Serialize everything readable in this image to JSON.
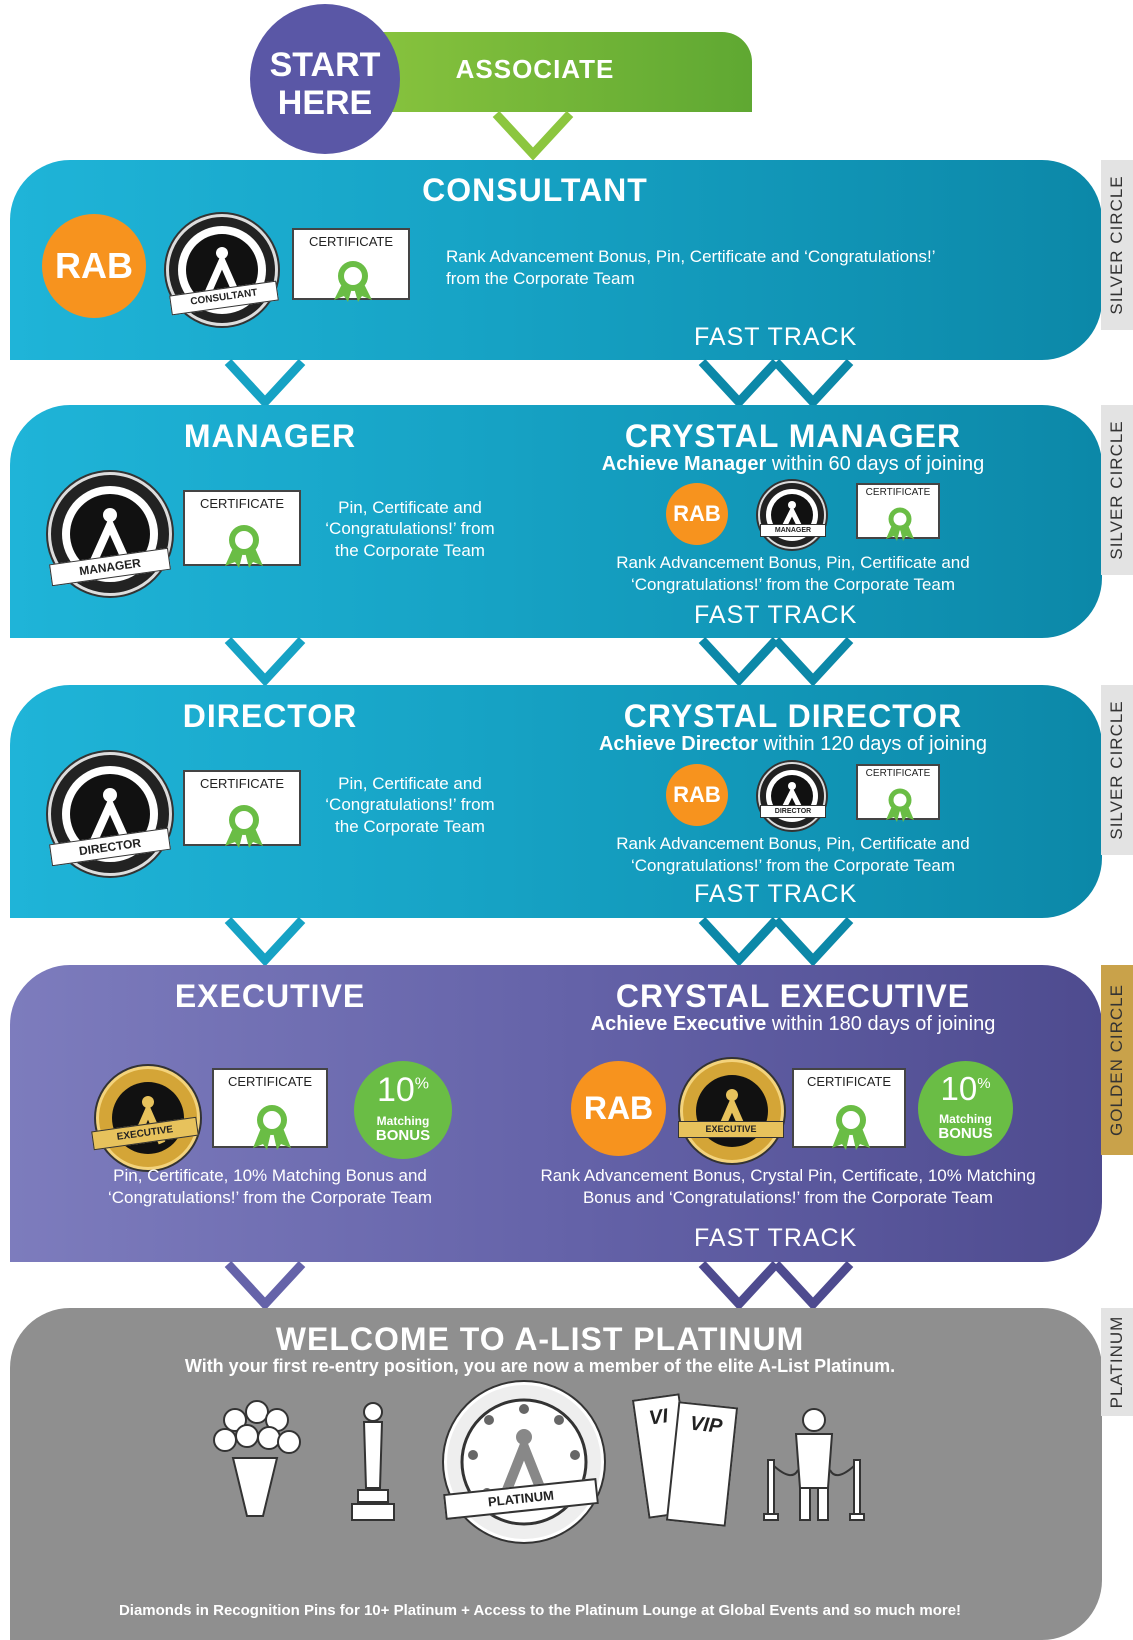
{
  "start": {
    "line1": "START",
    "line2": "HERE",
    "associate": "ASSOCIATE"
  },
  "consultant": {
    "title": "CONSULTANT",
    "rab": "RAB",
    "pin_text": "CONSULTANT",
    "cert": "CERTIFICATE",
    "desc1": "Rank Advancement Bonus, Pin, Certificate and ‘Congratulations!’",
    "desc2": "from the Corporate Team",
    "fast_track": "FAST TRACK",
    "side": "SILVER CIRCLE"
  },
  "manager": {
    "title": "MANAGER",
    "pin_text": "MANAGER",
    "cert": "CERTIFICATE",
    "desc1": "Pin, Certificate and",
    "desc2": "‘Congratulations!’ from",
    "desc3": "the Corporate Team",
    "crystal_title": "CRYSTAL MANAGER",
    "crystal_bold": "Achieve Manager",
    "crystal_rest": " within 60 days of joining",
    "rab": "RAB",
    "crystal_pin": "MANAGER",
    "crystal_cert": "CERTIFICATE",
    "crystal_desc1": "Rank Advancement Bonus, Pin, Certificate and",
    "crystal_desc2": "‘Congratulations!’ from the Corporate Team",
    "fast_track": "FAST TRACK",
    "side": "SILVER CIRCLE"
  },
  "director": {
    "title": "DIRECTOR",
    "pin_text": "DIRECTOR",
    "cert": "CERTIFICATE",
    "desc1": "Pin, Certificate and",
    "desc2": "‘Congratulations!’ from",
    "desc3": "the Corporate Team",
    "crystal_title": "CRYSTAL DIRECTOR",
    "crystal_bold": "Achieve Director",
    "crystal_rest": " within 120 days of joining",
    "rab": "RAB",
    "crystal_pin": "DIRECTOR",
    "crystal_cert": "CERTIFICATE",
    "crystal_desc1": "Rank Advancement Bonus, Pin, Certificate and",
    "crystal_desc2": "‘Congratulations!’ from the Corporate Team",
    "fast_track": "FAST TRACK",
    "side": "SILVER CIRCLE"
  },
  "executive": {
    "title": "EXECUTIVE",
    "pin_text": "EXECUTIVE",
    "cert": "CERTIFICATE",
    "bonus_pct": "10",
    "bonus_pct_sign": "%",
    "bonus_l1": "Matching",
    "bonus_l2": "BONUS",
    "desc1": "Pin, Certificate, 10% Matching Bonus and",
    "desc2": "‘Congratulations!’ from the Corporate Team",
    "crystal_title": "CRYSTAL EXECUTIVE",
    "crystal_bold": "Achieve Executive",
    "crystal_rest": " within 180 days of joining",
    "rab": "RAB",
    "crystal_pin": "EXECUTIVE",
    "crystal_cert": "CERTIFICATE",
    "crystal_desc1": "Rank Advancement Bonus, Crystal Pin, Certificate, 10% Matching",
    "crystal_desc2": "Bonus and ‘Congratulations!’ from the Corporate Team",
    "fast_track": "FAST TRACK",
    "side": "GOLDEN CIRCLE"
  },
  "platinum": {
    "title": "WELCOME TO A-LIST PLATINUM",
    "subtitle": "With your first re-entry position, you are now a member of the elite A-List Platinum.",
    "pin_text": "PLATINUM",
    "vip1": "VI",
    "vip2": "VIP",
    "footer": "Diamonds in Recognition Pins for 10+ Platinum + Access to the Platinum Lounge at Global Events and so much more!",
    "side": "PLATINUM"
  },
  "colors": {
    "blue": "#16a2c4",
    "purple": "#6563a9",
    "green": "#6abd45",
    "orange": "#f7931e",
    "gold": "#c9a24a",
    "gray": "#8f8f8f",
    "start_purple": "#5a57a6"
  }
}
